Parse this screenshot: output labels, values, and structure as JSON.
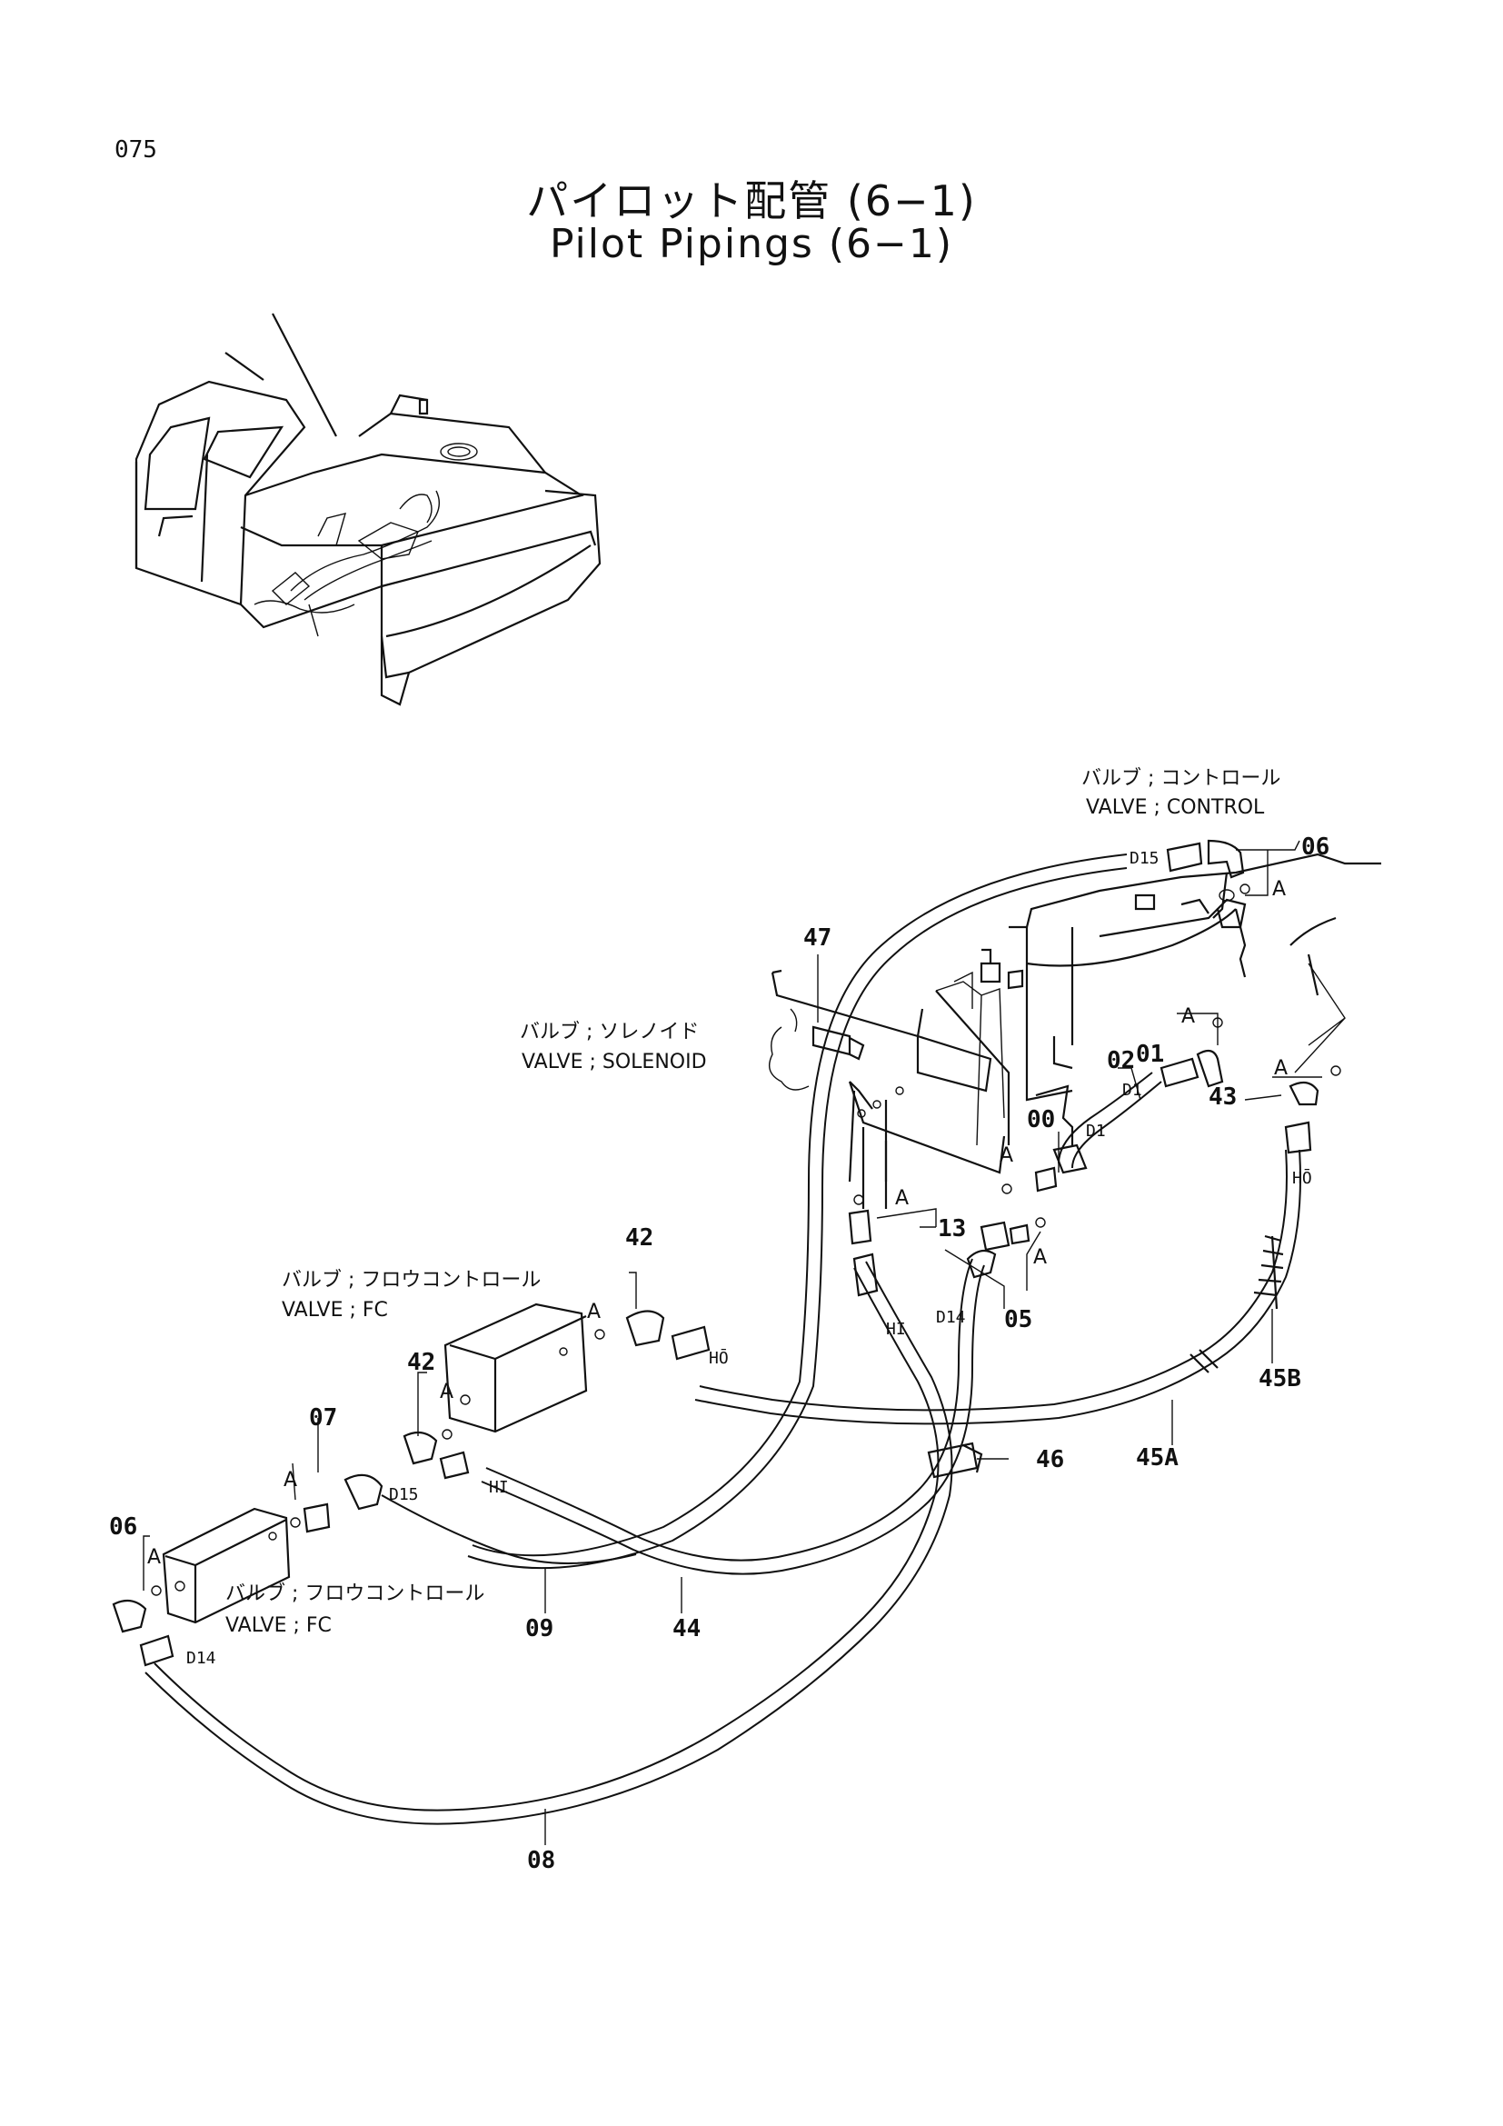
{
  "page_number": "075",
  "title": {
    "ja": "パイロット配管 (6−1)",
    "en": "Pilot Pipings (6−1)"
  },
  "components": {
    "valve_control": {
      "ja": "バルブ ; コントロール",
      "en": "VALVE ; CONTROL"
    },
    "valve_solenoid": {
      "ja": "バルブ ; ソレノイド",
      "en": "VALVE ; SOLENOID"
    },
    "valve_fc_upper": {
      "ja": "バルブ ; フロウコントロール",
      "en": "VALVE ; FC"
    },
    "valve_fc_lower": {
      "ja": "バルブ ; フロウコントロール",
      "en": "VALVE ; FC"
    }
  },
  "part_numbers": {
    "p06_top": "06",
    "p01": "01",
    "p02": "02",
    "p00": "00",
    "p43": "43",
    "p47": "47",
    "p13": "13",
    "p05": "05",
    "p42_a": "42",
    "p42_b": "42",
    "p07": "07",
    "p06_left": "06",
    "p46": "46",
    "p45a": "45A",
    "p45b": "45B",
    "p09": "09",
    "p44": "44",
    "p08": "08"
  },
  "detail_letter": "A",
  "hose_codes": {
    "d15_top": "D15",
    "d1_a": "D1",
    "d1_b": "D1",
    "d14_mid": "D14",
    "d15_left": "D15",
    "d14_left": "D14",
    "hi_mid": "HI",
    "hi_left": "HI",
    "ho_right": "HŌ",
    "ho_fc": "HŌ"
  }
}
